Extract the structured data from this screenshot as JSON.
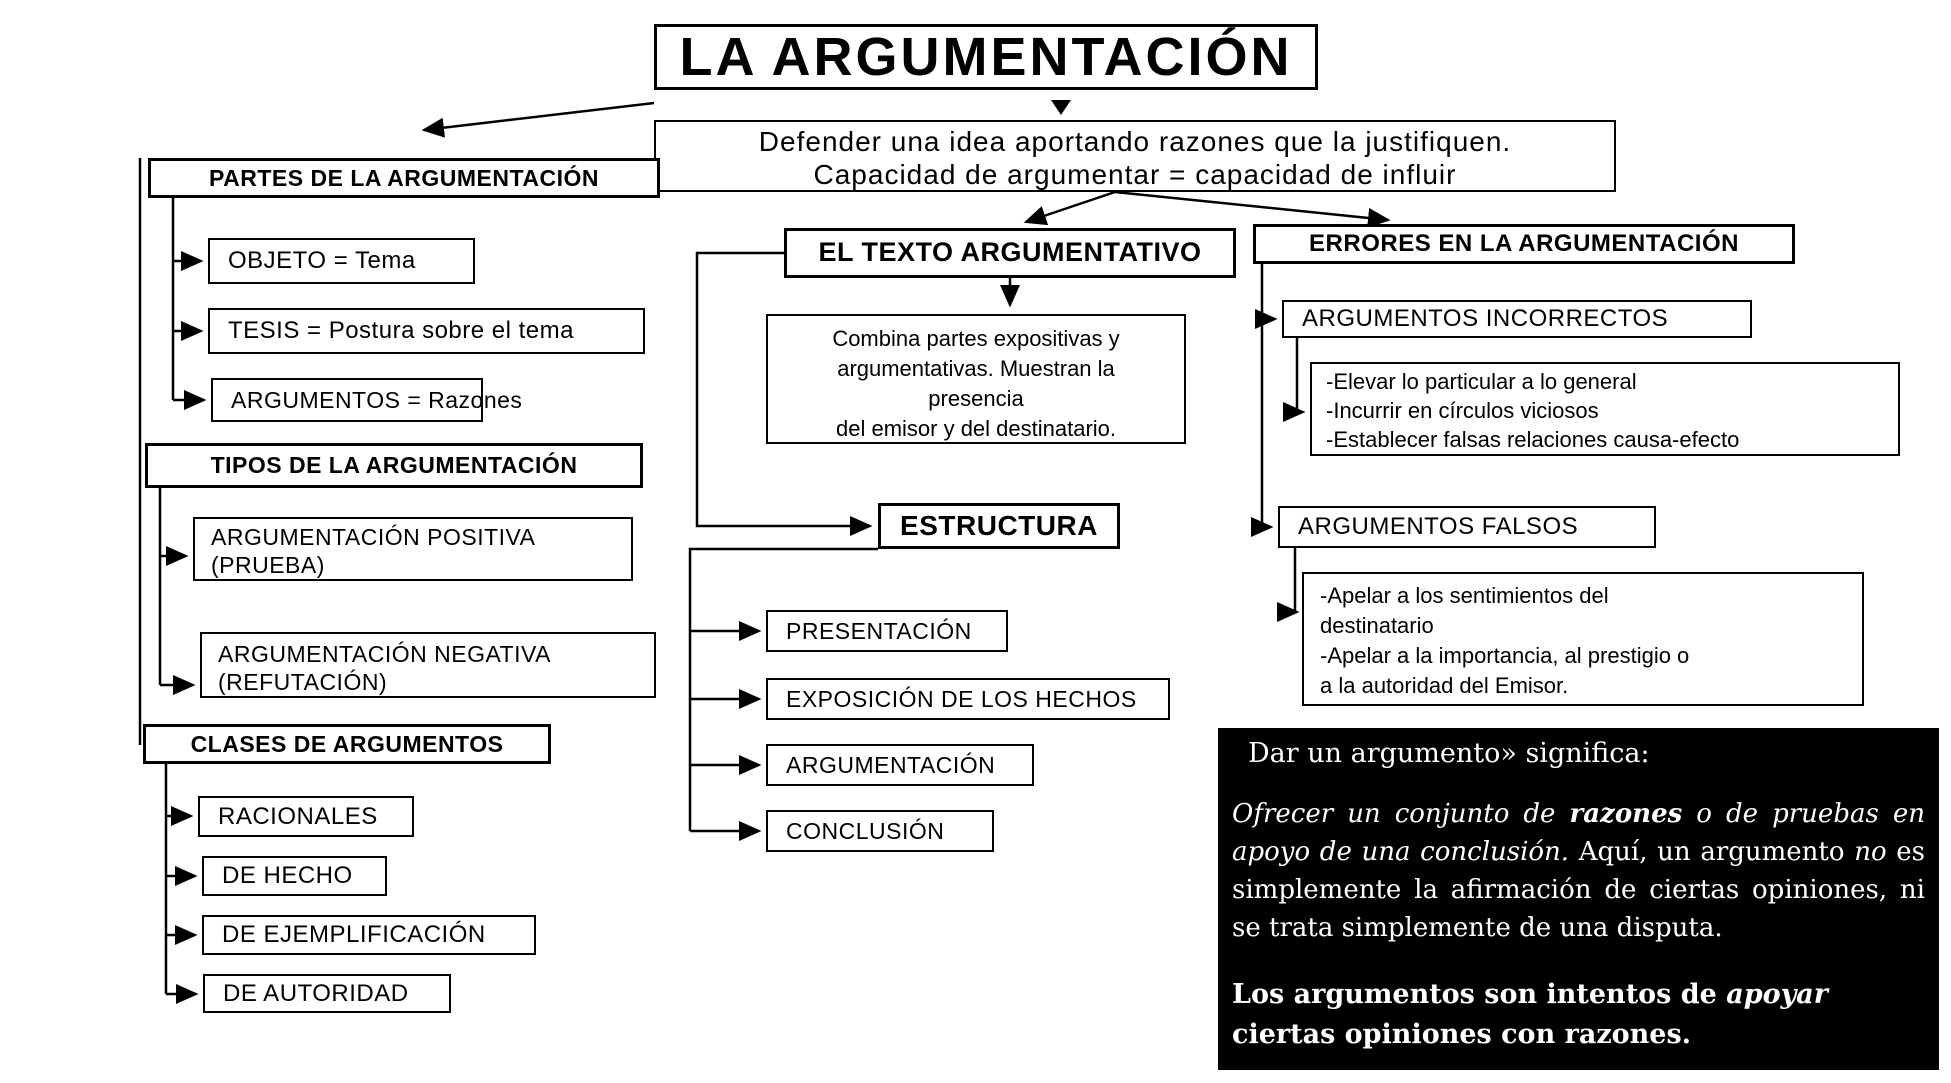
{
  "title": "LA ARGUMENTACIÓN",
  "definition": {
    "line1": "Defender una idea aportando razones que la justifiquen.",
    "line2": "Capacidad de argumentar = capacidad de influir"
  },
  "partes": {
    "header": "PARTES DE LA ARGUMENTACIÓN",
    "items": [
      "OBJETO = Tema",
      "TESIS = Postura sobre el tema",
      "ARGUMENTOS = Razones"
    ]
  },
  "tipos": {
    "header": "TIPOS DE LA ARGUMENTACIÓN",
    "items": [
      {
        "line1": "ARGUMENTACIÓN POSITIVA",
        "line2": "(PRUEBA)"
      },
      {
        "line1": "ARGUMENTACIÓN NEGATIVA",
        "line2": "(REFUTACIÓN)"
      }
    ]
  },
  "clases": {
    "header": "CLASES DE ARGUMENTOS",
    "items": [
      "RACIONALES",
      "DE HECHO",
      "DE EJEMPLIFICACIÓN",
      "DE AUTORIDAD"
    ]
  },
  "texto": {
    "header": "EL TEXTO ARGUMENTATIVO",
    "desc1": "Combina partes expositivas y",
    "desc2": "argumentativas. Muestran la",
    "desc3": "presencia",
    "desc4": "del emisor y del destinatario."
  },
  "estructura": {
    "header": "ESTRUCTURA",
    "items": [
      "PRESENTACIÓN",
      "EXPOSICIÓN DE LOS HECHOS",
      "ARGUMENTACIÓN",
      "CONCLUSIÓN"
    ]
  },
  "errores": {
    "header": "ERRORES EN LA ARGUMENTACIÓN",
    "incorrectos": {
      "label": "ARGUMENTOS INCORRECTOS",
      "d1": "-Elevar lo particular a lo general",
      "d2": "-Incurrir en círculos viciosos",
      "d3": "-Establecer falsas relaciones causa-efecto"
    },
    "falsos": {
      "label": "ARGUMENTOS FALSOS",
      "d1": "-Apelar a los sentimientos del",
      "d2": "destinatario",
      "d3": "-Apelar a la importancia, al prestigio o",
      "d4": "a la autoridad del Emisor."
    }
  },
  "quote": {
    "heading": "Dar un argumento» significa:",
    "p1": {
      "s1": "Ofrecer un conjunto de ",
      "s2": "razones",
      "s3": " o de pruebas en apoyo de una conclusión.",
      "s4": " Aquí, un argumento ",
      "s5": "no",
      "s6": " es simplemente la afirmación de ciertas opiniones, ni se trata simplemente de una disputa."
    },
    "p2": {
      "s1": "Los argumentos son intentos de ",
      "s2": "apoyar",
      "s3": " ciertas opiniones con razones."
    }
  },
  "colors": {
    "ink": "#000000",
    "paper": "#ffffff",
    "quote_bg": "#000000",
    "quote_text": "#ffffff"
  }
}
